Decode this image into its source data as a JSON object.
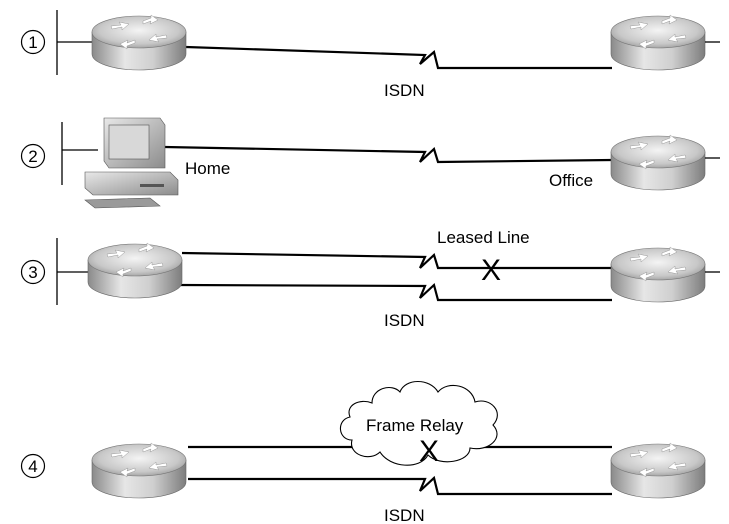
{
  "scenarios": [
    {
      "number": "1",
      "link_label": "ISDN"
    },
    {
      "number": "2",
      "left_label": "Home",
      "right_label": "Office"
    },
    {
      "number": "3",
      "top_label": "Leased Line",
      "bottom_label": "ISDN"
    },
    {
      "number": "4",
      "cloud_label": "Frame Relay",
      "bottom_label": "ISDN"
    }
  ],
  "failure_mark": "X"
}
